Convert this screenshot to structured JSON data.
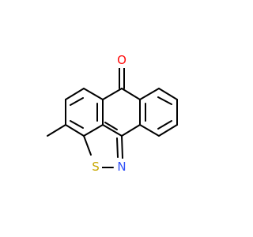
{
  "molecule": {
    "atoms": {
      "oxygen": {
        "symbol": "O",
        "color": "#ff0d0d"
      },
      "sulfur": {
        "symbol": "S",
        "color": "#c8a800"
      },
      "nitrogen": {
        "symbol": "N",
        "color": "#3050f8"
      }
    }
  }
}
